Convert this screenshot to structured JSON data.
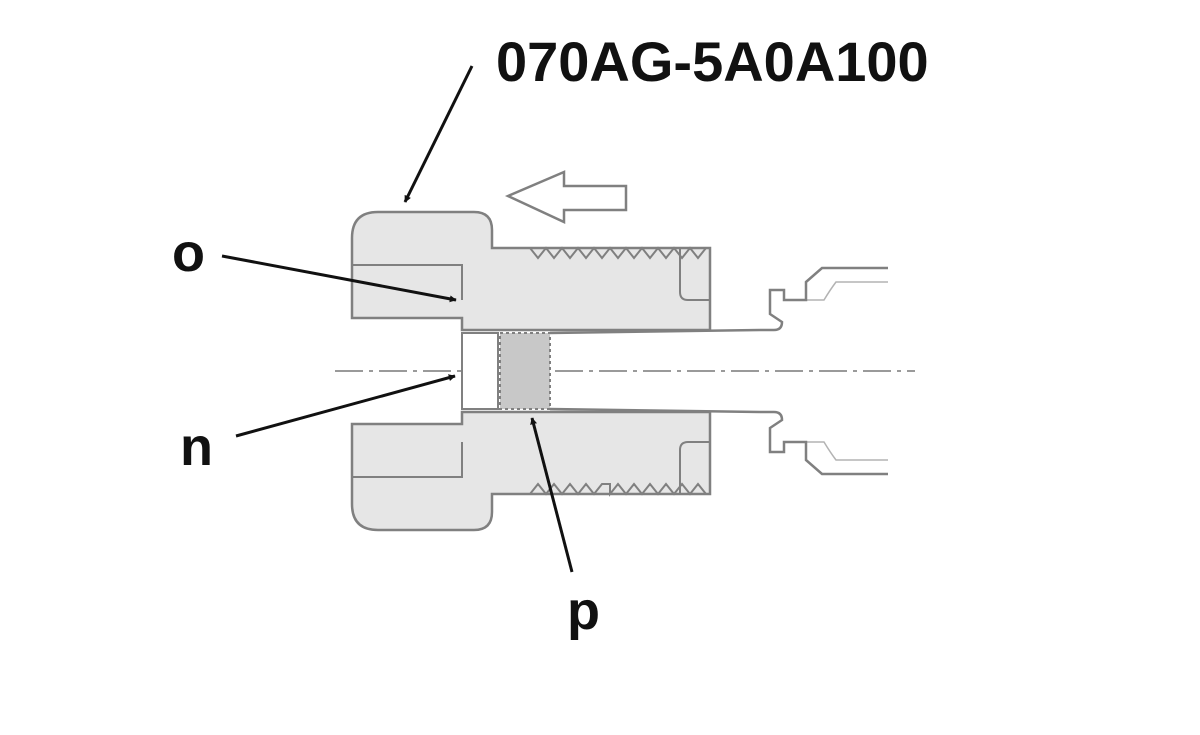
{
  "diagram": {
    "part_number": "070AG-5A0A100",
    "callouts": {
      "o": "o",
      "n": "n",
      "p": "p"
    },
    "colors": {
      "body_fill": "#e6e6e6",
      "filter_fill": "#c8c8c8",
      "outline": "#808080",
      "arrow": "#111111",
      "centerline": "#9a9a9a"
    },
    "direction_arrow": "arrow-left-icon"
  }
}
